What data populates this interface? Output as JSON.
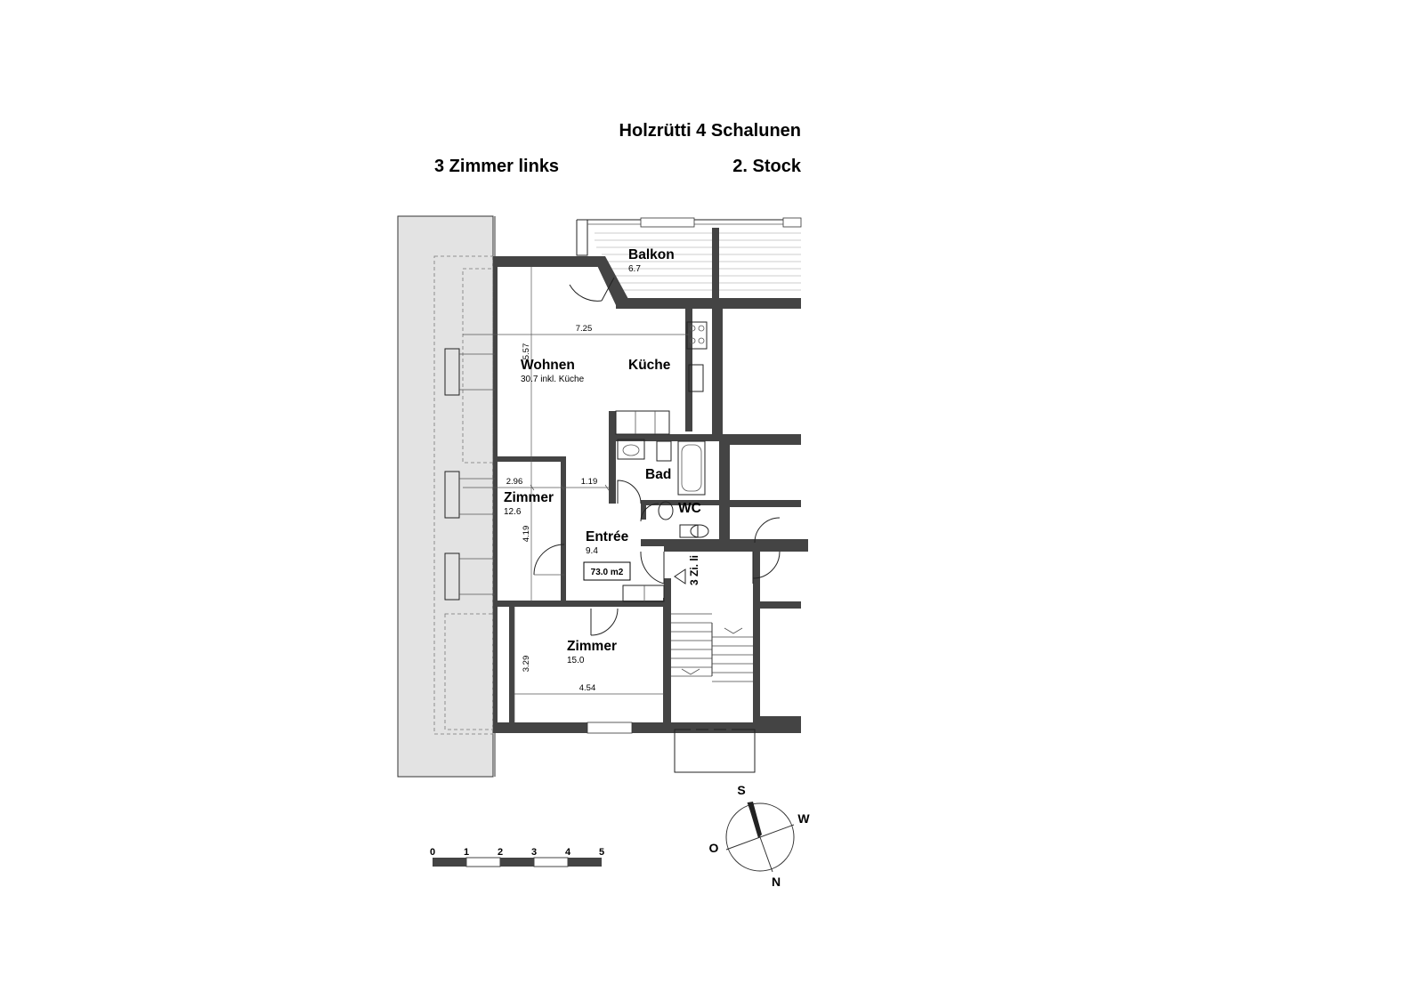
{
  "header": {
    "building": "Holzrütti 4 Schalunen",
    "unit": "3 Zimmer links",
    "floor": "2. Stock"
  },
  "rooms": {
    "balkon": {
      "name": "Balkon",
      "area": "6.7"
    },
    "wohnen": {
      "name": "Wohnen",
      "area": "30.7 inkl. Küche"
    },
    "kueche": {
      "name": "Küche"
    },
    "bad": {
      "name": "Bad"
    },
    "wc": {
      "name": "WC"
    },
    "zimmer1": {
      "name": "Zimmer",
      "area": "12.6"
    },
    "entree": {
      "name": "Entrée",
      "area": "9.4"
    },
    "zimmer2": {
      "name": "Zimmer",
      "area": "15.0"
    }
  },
  "dimensions": {
    "wohnen_width": "7.25",
    "wohnen_depth": "5.57",
    "zimmer1_width": "2.96",
    "corridor_width": "1.19",
    "zimmer1_depth": "4.19",
    "zimmer2_depth": "3.29",
    "zimmer2_width": "4.54"
  },
  "total_area": "73.0 m2",
  "unit_marker": "3 Zi. li",
  "scale_bar": {
    "labels": [
      "0",
      "1",
      "2",
      "3",
      "4",
      "5"
    ],
    "unit_note": ""
  },
  "compass": {
    "south": "S",
    "west": "W",
    "north": "N",
    "east": "O"
  },
  "colors": {
    "wall": "#444444",
    "terrace": "#e3e3e3"
  }
}
